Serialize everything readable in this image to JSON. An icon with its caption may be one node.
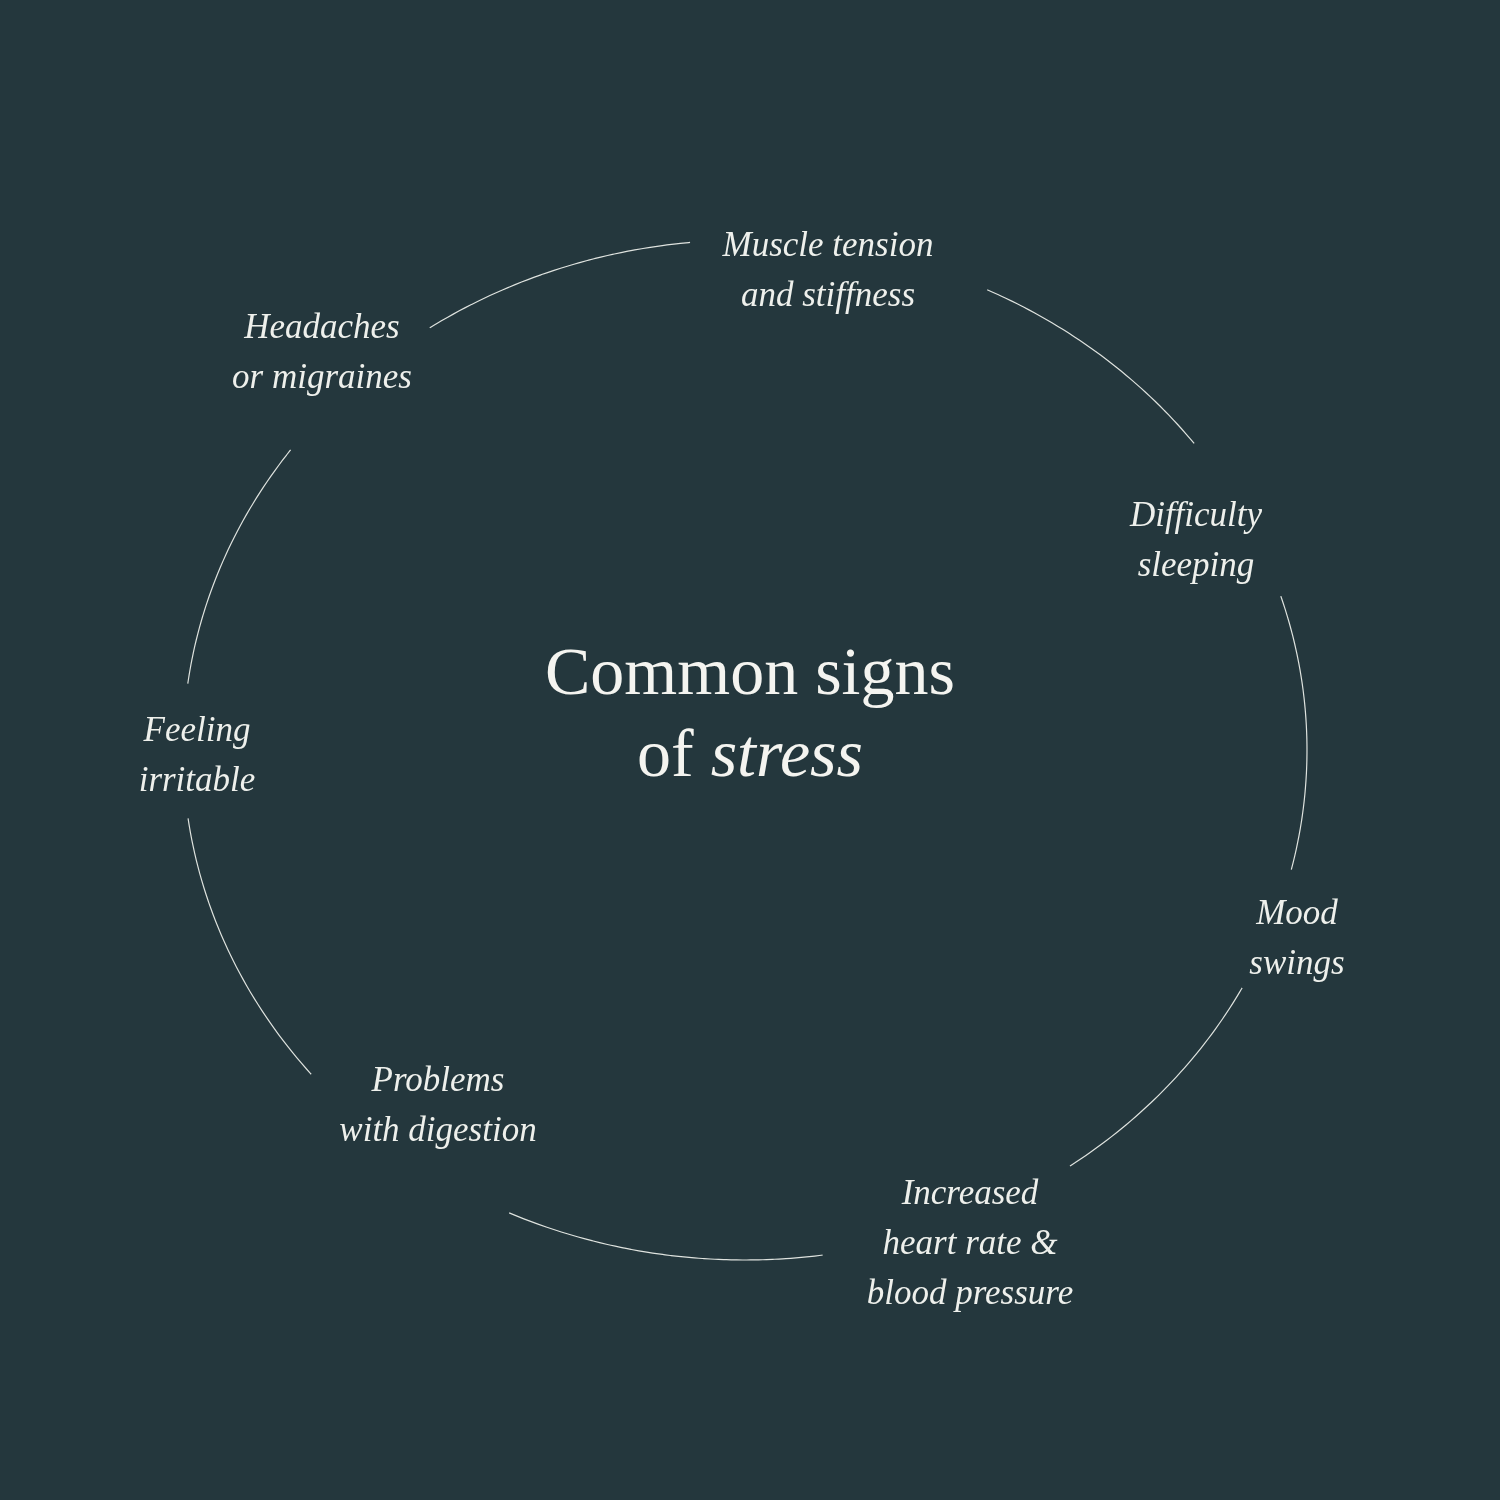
{
  "diagram": {
    "title": "Common signs of *stress*",
    "nodes": [
      {
        "text": [
          "Muscle tension and stiffness"
        ]
      },
      {
        "text": [
          "Difficulty sleeping"
        ]
      },
      {
        "text": [
          "Mood swings"
        ]
      },
      {
        "text": [
          "Increased heart rate & blood pressure"
        ]
      },
      {
        "text": [
          "Problems with digestion"
        ]
      },
      {
        "text": [
          "Feeling irritable"
        ]
      },
      {
        "text": [
          "Headaches or migraines"
        ]
      }
    ],
    "edges": [
      {
        "from": 0,
        "to": 1,
        "arrow": "none"
      },
      {
        "from": 1,
        "to": 2,
        "arrow": "none"
      },
      {
        "from": 2,
        "to": 3,
        "arrow": "none"
      },
      {
        "from": 3,
        "to": 4,
        "arrow": "none"
      },
      {
        "from": 4,
        "to": 5,
        "arrow": "none"
      },
      {
        "from": 5,
        "to": 6,
        "arrow": "none"
      },
      {
        "from": 6,
        "to": 0,
        "arrow": "none"
      }
    ]
  }
}
